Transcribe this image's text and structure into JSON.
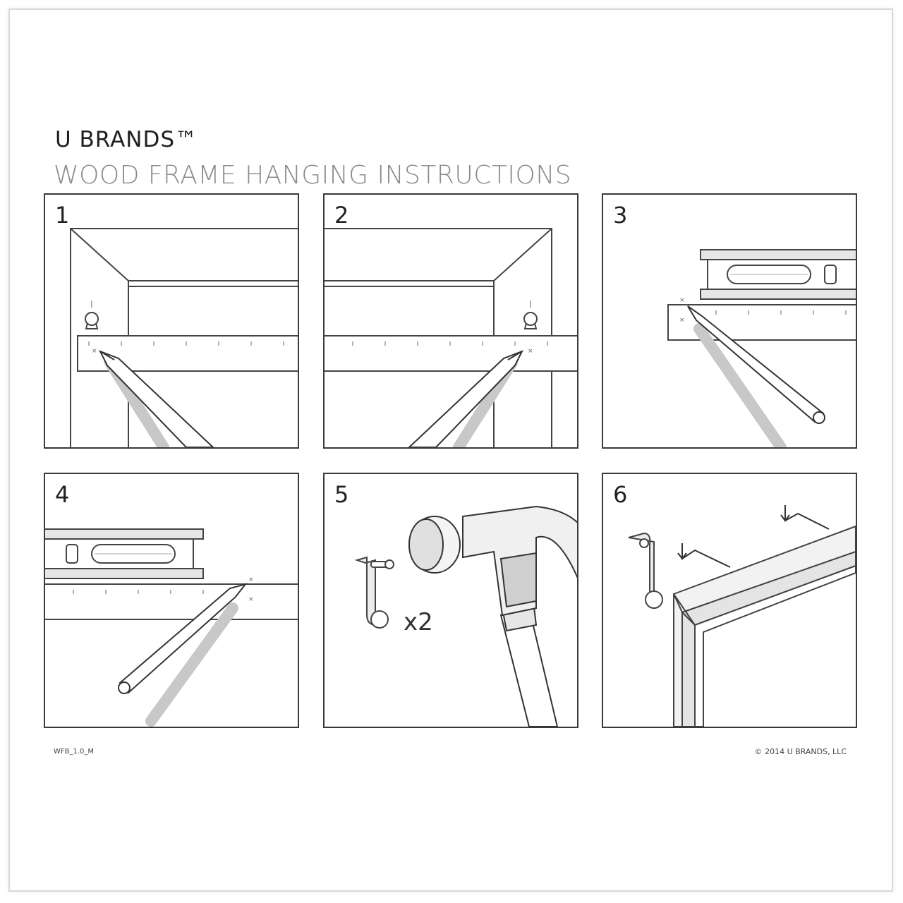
{
  "header": {
    "brand": "U BRANDS™",
    "title": "WOOD FRAME HANGING INSTRUCTIONS"
  },
  "steps": [
    {
      "number": "1"
    },
    {
      "number": "2"
    },
    {
      "number": "3"
    },
    {
      "number": "4"
    },
    {
      "number": "5",
      "quantity_label": "x2"
    },
    {
      "number": "6"
    }
  ],
  "footer": {
    "code": "WFB_1.0_M",
    "copyright": "© 2014 U BRANDS, LLC"
  }
}
